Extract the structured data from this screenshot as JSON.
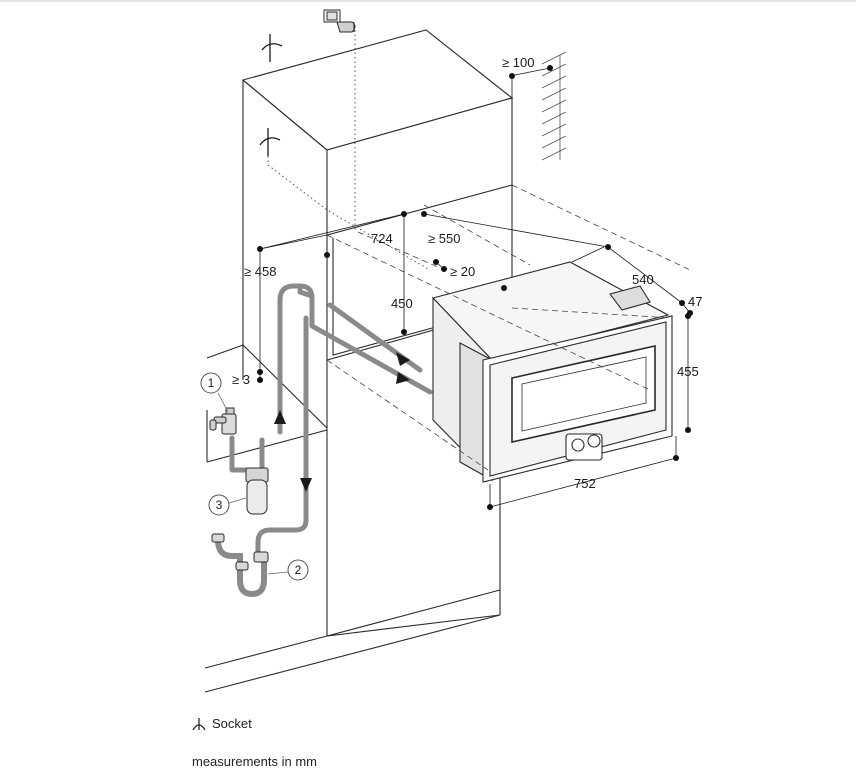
{
  "dimensions": {
    "top_clearance": "≥ 100",
    "niche_width": "724",
    "niche_depth": "≥ 550",
    "side_gap": "≥ 20",
    "niche_height": "450",
    "cabinet_height": "≥ 458",
    "bottom_gap": "≥ 3",
    "appliance_depth": "540",
    "door_thickness": "47",
    "appliance_height": "455",
    "appliance_width": "752"
  },
  "callouts": {
    "water_tap": "1",
    "drain_trap": "2",
    "filter": "3"
  },
  "legend": {
    "socket_label": "Socket"
  },
  "units_note": "measurements in mm",
  "icons": [
    "socket-icon",
    "water-tap-icon",
    "drain-trap-icon",
    "water-filter-icon",
    "flow-arrow-icon",
    "plug-icon"
  ]
}
